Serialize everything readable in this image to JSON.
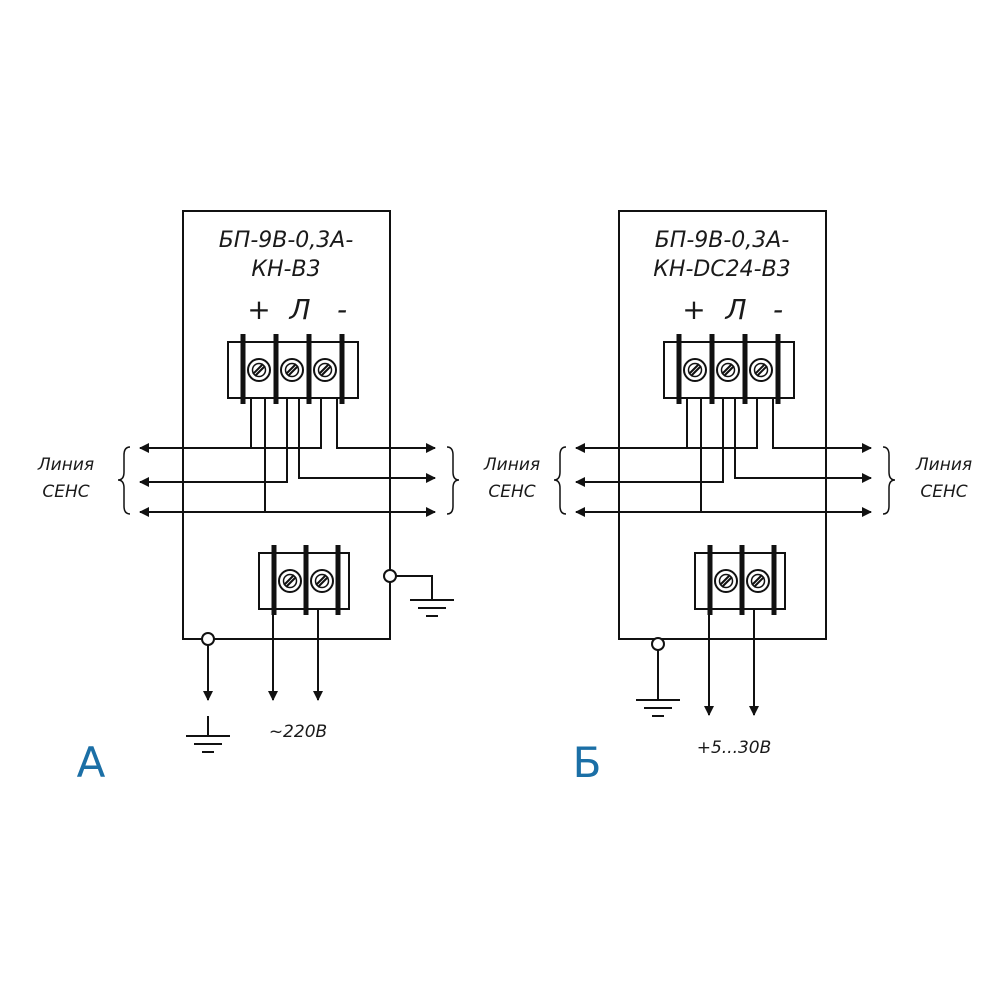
{
  "diagrams": [
    {
      "id": "A",
      "letter": "А",
      "title_line1": "БП-9В-0,3А-",
      "title_line2": "КН-В3",
      "polarity": [
        "+",
        "Л",
        "-"
      ],
      "side_label_line1": "Линия",
      "side_label_line2": "СЕНС",
      "supply_label": "~220В"
    },
    {
      "id": "B",
      "letter": "Б",
      "title_line1": "БП-9В-0,3А-",
      "title_line2": "КН-DC24-В3",
      "polarity": [
        "+",
        "Л",
        "-"
      ],
      "side_label_line1": "Линия",
      "side_label_line2": "СЕНС",
      "supply_label": "+5...30В"
    }
  ],
  "colors": {
    "line": "#111111",
    "letter": "#1b6fa6"
  }
}
